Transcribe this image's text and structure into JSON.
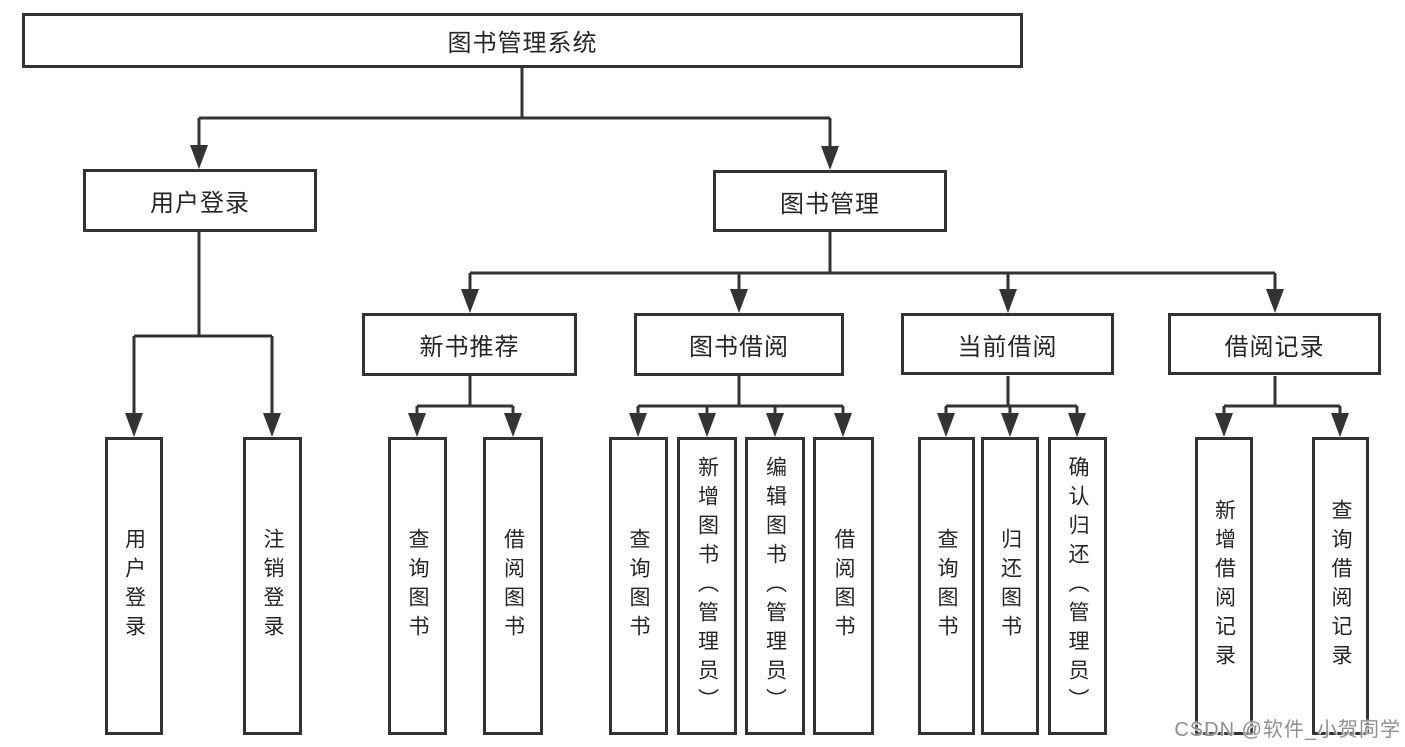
{
  "diagram": {
    "title_node": "图书管理系统",
    "nodes": {
      "root": "图书管理系统",
      "level2": [
        "用户登录",
        "图书管理"
      ],
      "level3": [
        "新书推荐",
        "图书借阅",
        "当前借阅",
        "借阅记录"
      ],
      "leaves": [
        "用户登录",
        "注销登录",
        "查询图书",
        "借阅图书",
        "查询图书",
        "新增图书（管理员）",
        "编辑图书（管理员）",
        "借阅图书",
        "查询图书",
        "归还图书",
        "确认归还（管理员）",
        "新增借阅记录",
        "查询借阅记录"
      ]
    },
    "colors": {
      "line": "#333333",
      "text": "#262626",
      "box_background": "#ffffff",
      "watermark": "#8f8f8f",
      "background": "#ffffff"
    }
  },
  "watermark": {
    "text": "CSDN @软件_小贺同学"
  }
}
